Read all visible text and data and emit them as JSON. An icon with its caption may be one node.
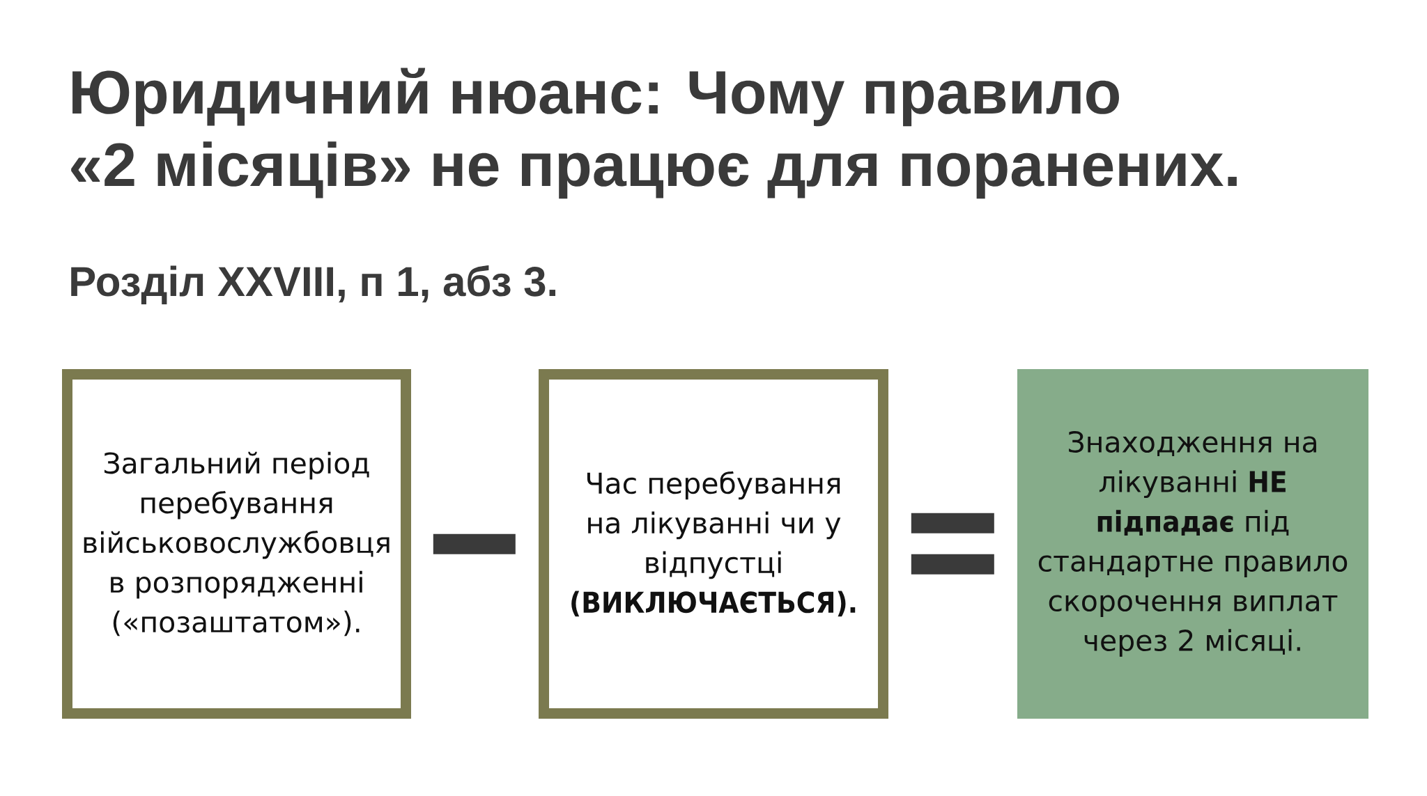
{
  "diagram": {
    "title": "Юридичний нюанс: Чому правило «2 місяців» не працює для поранених.",
    "nodes": [
      {
        "text": [
          "Загальний період перебування військовослужбовця в розпорядженні («позаштатом»)."
        ]
      },
      {
        "text": [],
        "shape": "minus"
      },
      {
        "text": [
          "Час перебування на лікуванні чи у відпустці **(ВИКЛЮЧАЄТЬСЯ).**"
        ]
      },
      {
        "text": [],
        "shape": "equals"
      },
      {
        "text": [
          "Знаходження на лікуванні **НЕ підпадає** під стандартне правило скорочення виплат через 2 місяці."
        ]
      }
    ],
    "labels": [
      "Розділ XXVIII, п 1, абз 3."
    ]
  }
}
